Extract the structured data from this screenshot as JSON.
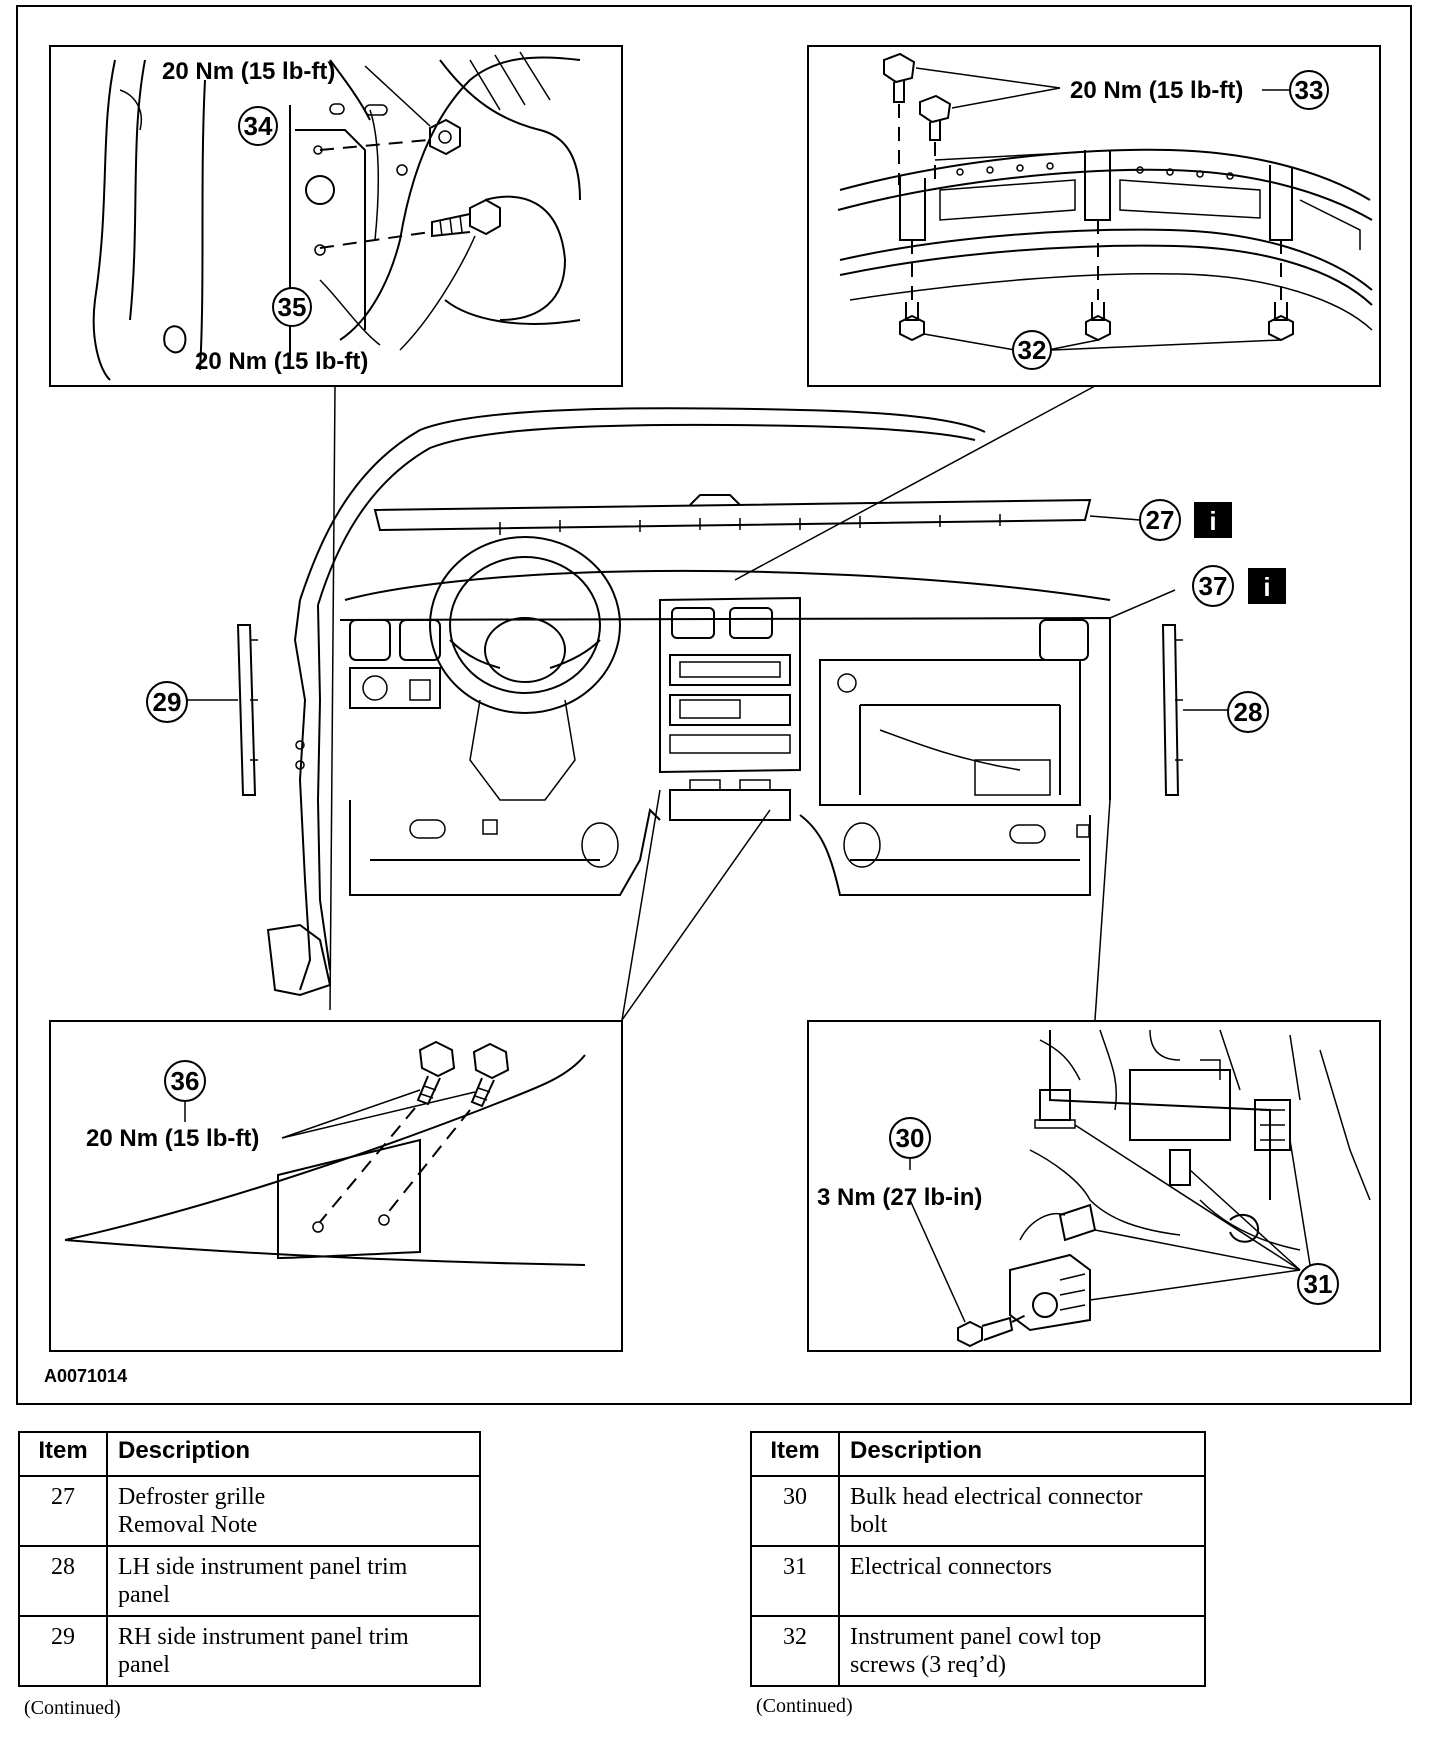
{
  "figure": {
    "code": "A0071014",
    "info_badge": "i",
    "callouts": {
      "c27": "27",
      "c28": "28",
      "c29": "29",
      "c30": "30",
      "c31": "31",
      "c32": "32",
      "c33": "33",
      "c34": "34",
      "c35": "35",
      "c36": "36",
      "c37": "37"
    },
    "torque": {
      "t34": "20 Nm (15 lb-ft)",
      "t35": "20 Nm (15 lb-ft)",
      "t33": "20 Nm (15 lb-ft)",
      "t36": "20 Nm (15 lb-ft)",
      "t30": "3 Nm (27 lb-in)"
    }
  },
  "tables": [
    {
      "header": {
        "item": "Item",
        "description": "Description"
      },
      "rows": [
        {
          "item": "27",
          "lines": [
            "Defroster grille",
            "Removal Note"
          ]
        },
        {
          "item": "28",
          "lines": [
            "LH side instrument panel trim",
            "panel"
          ]
        },
        {
          "item": "29",
          "lines": [
            "RH side instrument panel trim",
            "panel"
          ]
        }
      ],
      "note": "(Continued)"
    },
    {
      "header": {
        "item": "Item",
        "description": "Description"
      },
      "rows": [
        {
          "item": "30",
          "lines": [
            "Bulk head electrical connector",
            "bolt"
          ]
        },
        {
          "item": "31",
          "lines": [
            "Electrical connectors"
          ]
        },
        {
          "item": "32",
          "lines": [
            "Instrument panel cowl top",
            "screws (3 req’d)"
          ]
        }
      ],
      "note": "(Continued)"
    }
  ]
}
